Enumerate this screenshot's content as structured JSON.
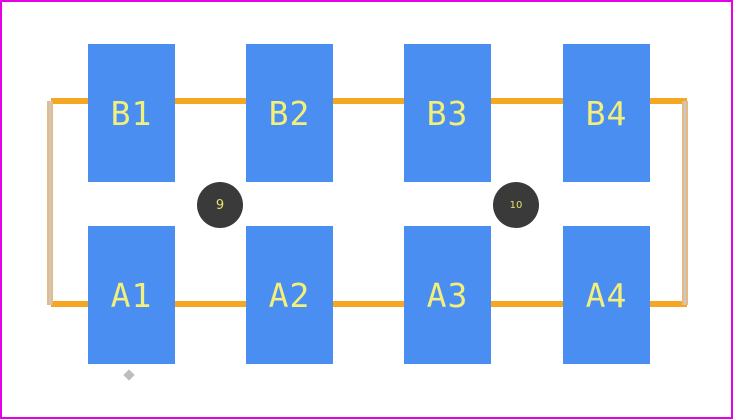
{
  "pads_top": [
    {
      "label": "B1"
    },
    {
      "label": "B2"
    },
    {
      "label": "B3"
    },
    {
      "label": "B4"
    }
  ],
  "pads_bottom": [
    {
      "label": "A1"
    },
    {
      "label": "A2"
    },
    {
      "label": "A3"
    },
    {
      "label": "A4"
    }
  ],
  "vias": [
    {
      "label": "9"
    },
    {
      "label": "10"
    }
  ],
  "colors": {
    "outline": "#e600e6",
    "pad": "#4a8ef2",
    "pad_text": "#f2ef7a",
    "silkscreen": "#f5a623",
    "via": "#3a3a3a",
    "via_text": "#e8e06a"
  }
}
